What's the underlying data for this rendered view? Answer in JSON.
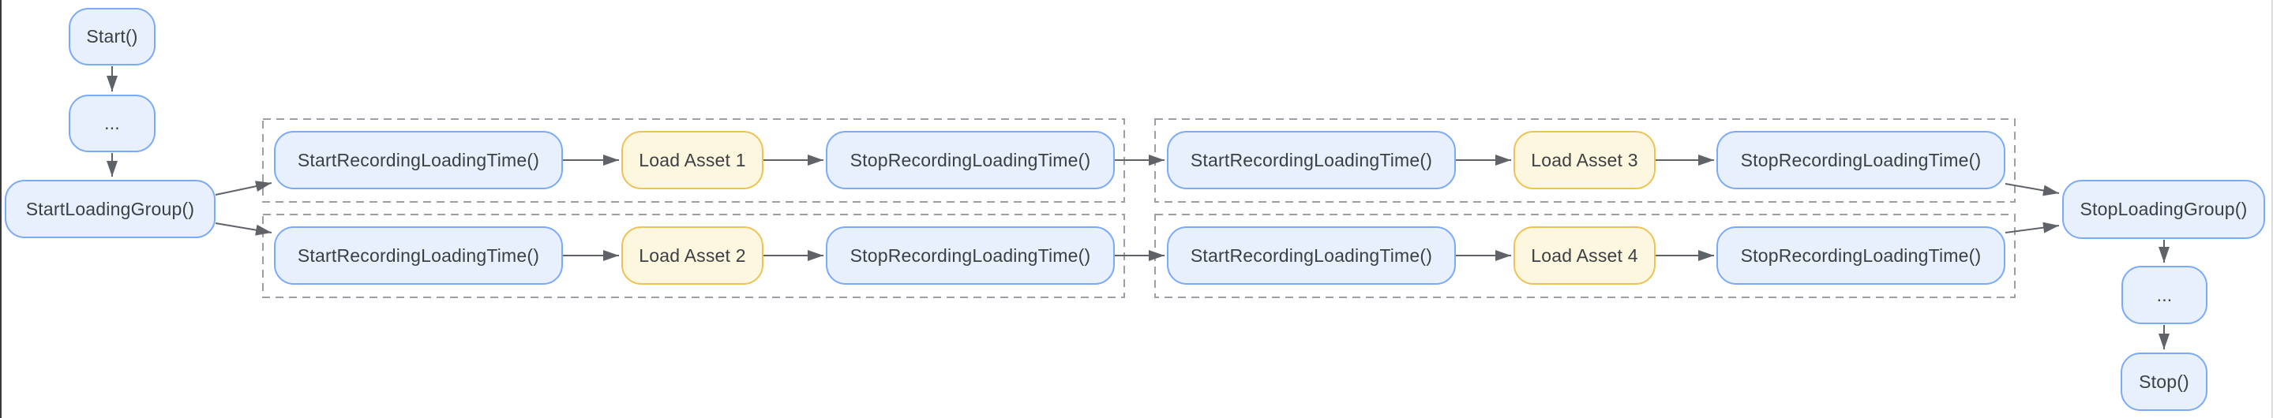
{
  "diagram_type": "flowchart",
  "colors": {
    "background": "#FFFFFF",
    "node_blue_fill": "#E8F0FE",
    "node_blue_border": "#7BAAF7",
    "node_yellow_fill": "#FEF7E0",
    "node_yellow_border": "#EEC254",
    "arrow": "#5F6368",
    "dashed_box_border": "#9AA0A6",
    "text": "#3C4043"
  },
  "nodes": {
    "start": {
      "label": "Start()",
      "color": "blue"
    },
    "ellipsis_top": {
      "label": "...",
      "color": "blue"
    },
    "start_loading_group": {
      "label": "StartLoadingGroup()",
      "color": "blue"
    },
    "g1_r1_start": {
      "label": "StartRecordingLoadingTime()",
      "color": "blue"
    },
    "g1_r1_load": {
      "label": "Load Asset 1",
      "color": "yellow"
    },
    "g1_r1_stop": {
      "label": "StopRecordingLoadingTime()",
      "color": "blue"
    },
    "g1_r2_start": {
      "label": "StartRecordingLoadingTime()",
      "color": "blue"
    },
    "g1_r2_load": {
      "label": "Load Asset 2",
      "color": "yellow"
    },
    "g1_r2_stop": {
      "label": "StopRecordingLoadingTime()",
      "color": "blue"
    },
    "g2_r1_start": {
      "label": "StartRecordingLoadingTime()",
      "color": "blue"
    },
    "g2_r1_load": {
      "label": "Load Asset 3",
      "color": "yellow"
    },
    "g2_r1_stop": {
      "label": "StopRecordingLoadingTime()",
      "color": "blue"
    },
    "g2_r2_start": {
      "label": "StartRecordingLoadingTime()",
      "color": "blue"
    },
    "g2_r2_load": {
      "label": "Load Asset 4",
      "color": "yellow"
    },
    "g2_r2_stop": {
      "label": "StopRecordingLoadingTime()",
      "color": "blue"
    },
    "stop_loading_group": {
      "label": "StopLoadingGroup()",
      "color": "blue"
    },
    "ellipsis_bottom": {
      "label": "...",
      "color": "blue"
    },
    "stop": {
      "label": "Stop()",
      "color": "blue"
    }
  },
  "dashed_groups": [
    {
      "contains": [
        "g1_r1_start",
        "g1_r1_load",
        "g1_r1_stop"
      ]
    },
    {
      "contains": [
        "g1_r2_start",
        "g1_r2_load",
        "g1_r2_stop"
      ]
    },
    {
      "contains": [
        "g2_r1_start",
        "g2_r1_load",
        "g2_r1_stop"
      ]
    },
    {
      "contains": [
        "g2_r2_start",
        "g2_r2_load",
        "g2_r2_stop"
      ]
    }
  ],
  "edges": [
    [
      "start",
      "ellipsis_top"
    ],
    [
      "ellipsis_top",
      "start_loading_group"
    ],
    [
      "start_loading_group",
      "g1_r1_start"
    ],
    [
      "start_loading_group",
      "g1_r2_start"
    ],
    [
      "g1_r1_start",
      "g1_r1_load"
    ],
    [
      "g1_r1_load",
      "g1_r1_stop"
    ],
    [
      "g1_r2_start",
      "g1_r2_load"
    ],
    [
      "g1_r2_load",
      "g1_r2_stop"
    ],
    [
      "g1_r1_stop",
      "g2_r1_start"
    ],
    [
      "g1_r2_stop",
      "g2_r2_start"
    ],
    [
      "g2_r1_start",
      "g2_r1_load"
    ],
    [
      "g2_r1_load",
      "g2_r1_stop"
    ],
    [
      "g2_r2_start",
      "g2_r2_load"
    ],
    [
      "g2_r2_load",
      "g2_r2_stop"
    ],
    [
      "g2_r1_stop",
      "stop_loading_group"
    ],
    [
      "g2_r2_stop",
      "stop_loading_group"
    ],
    [
      "stop_loading_group",
      "ellipsis_bottom"
    ],
    [
      "ellipsis_bottom",
      "stop"
    ]
  ]
}
